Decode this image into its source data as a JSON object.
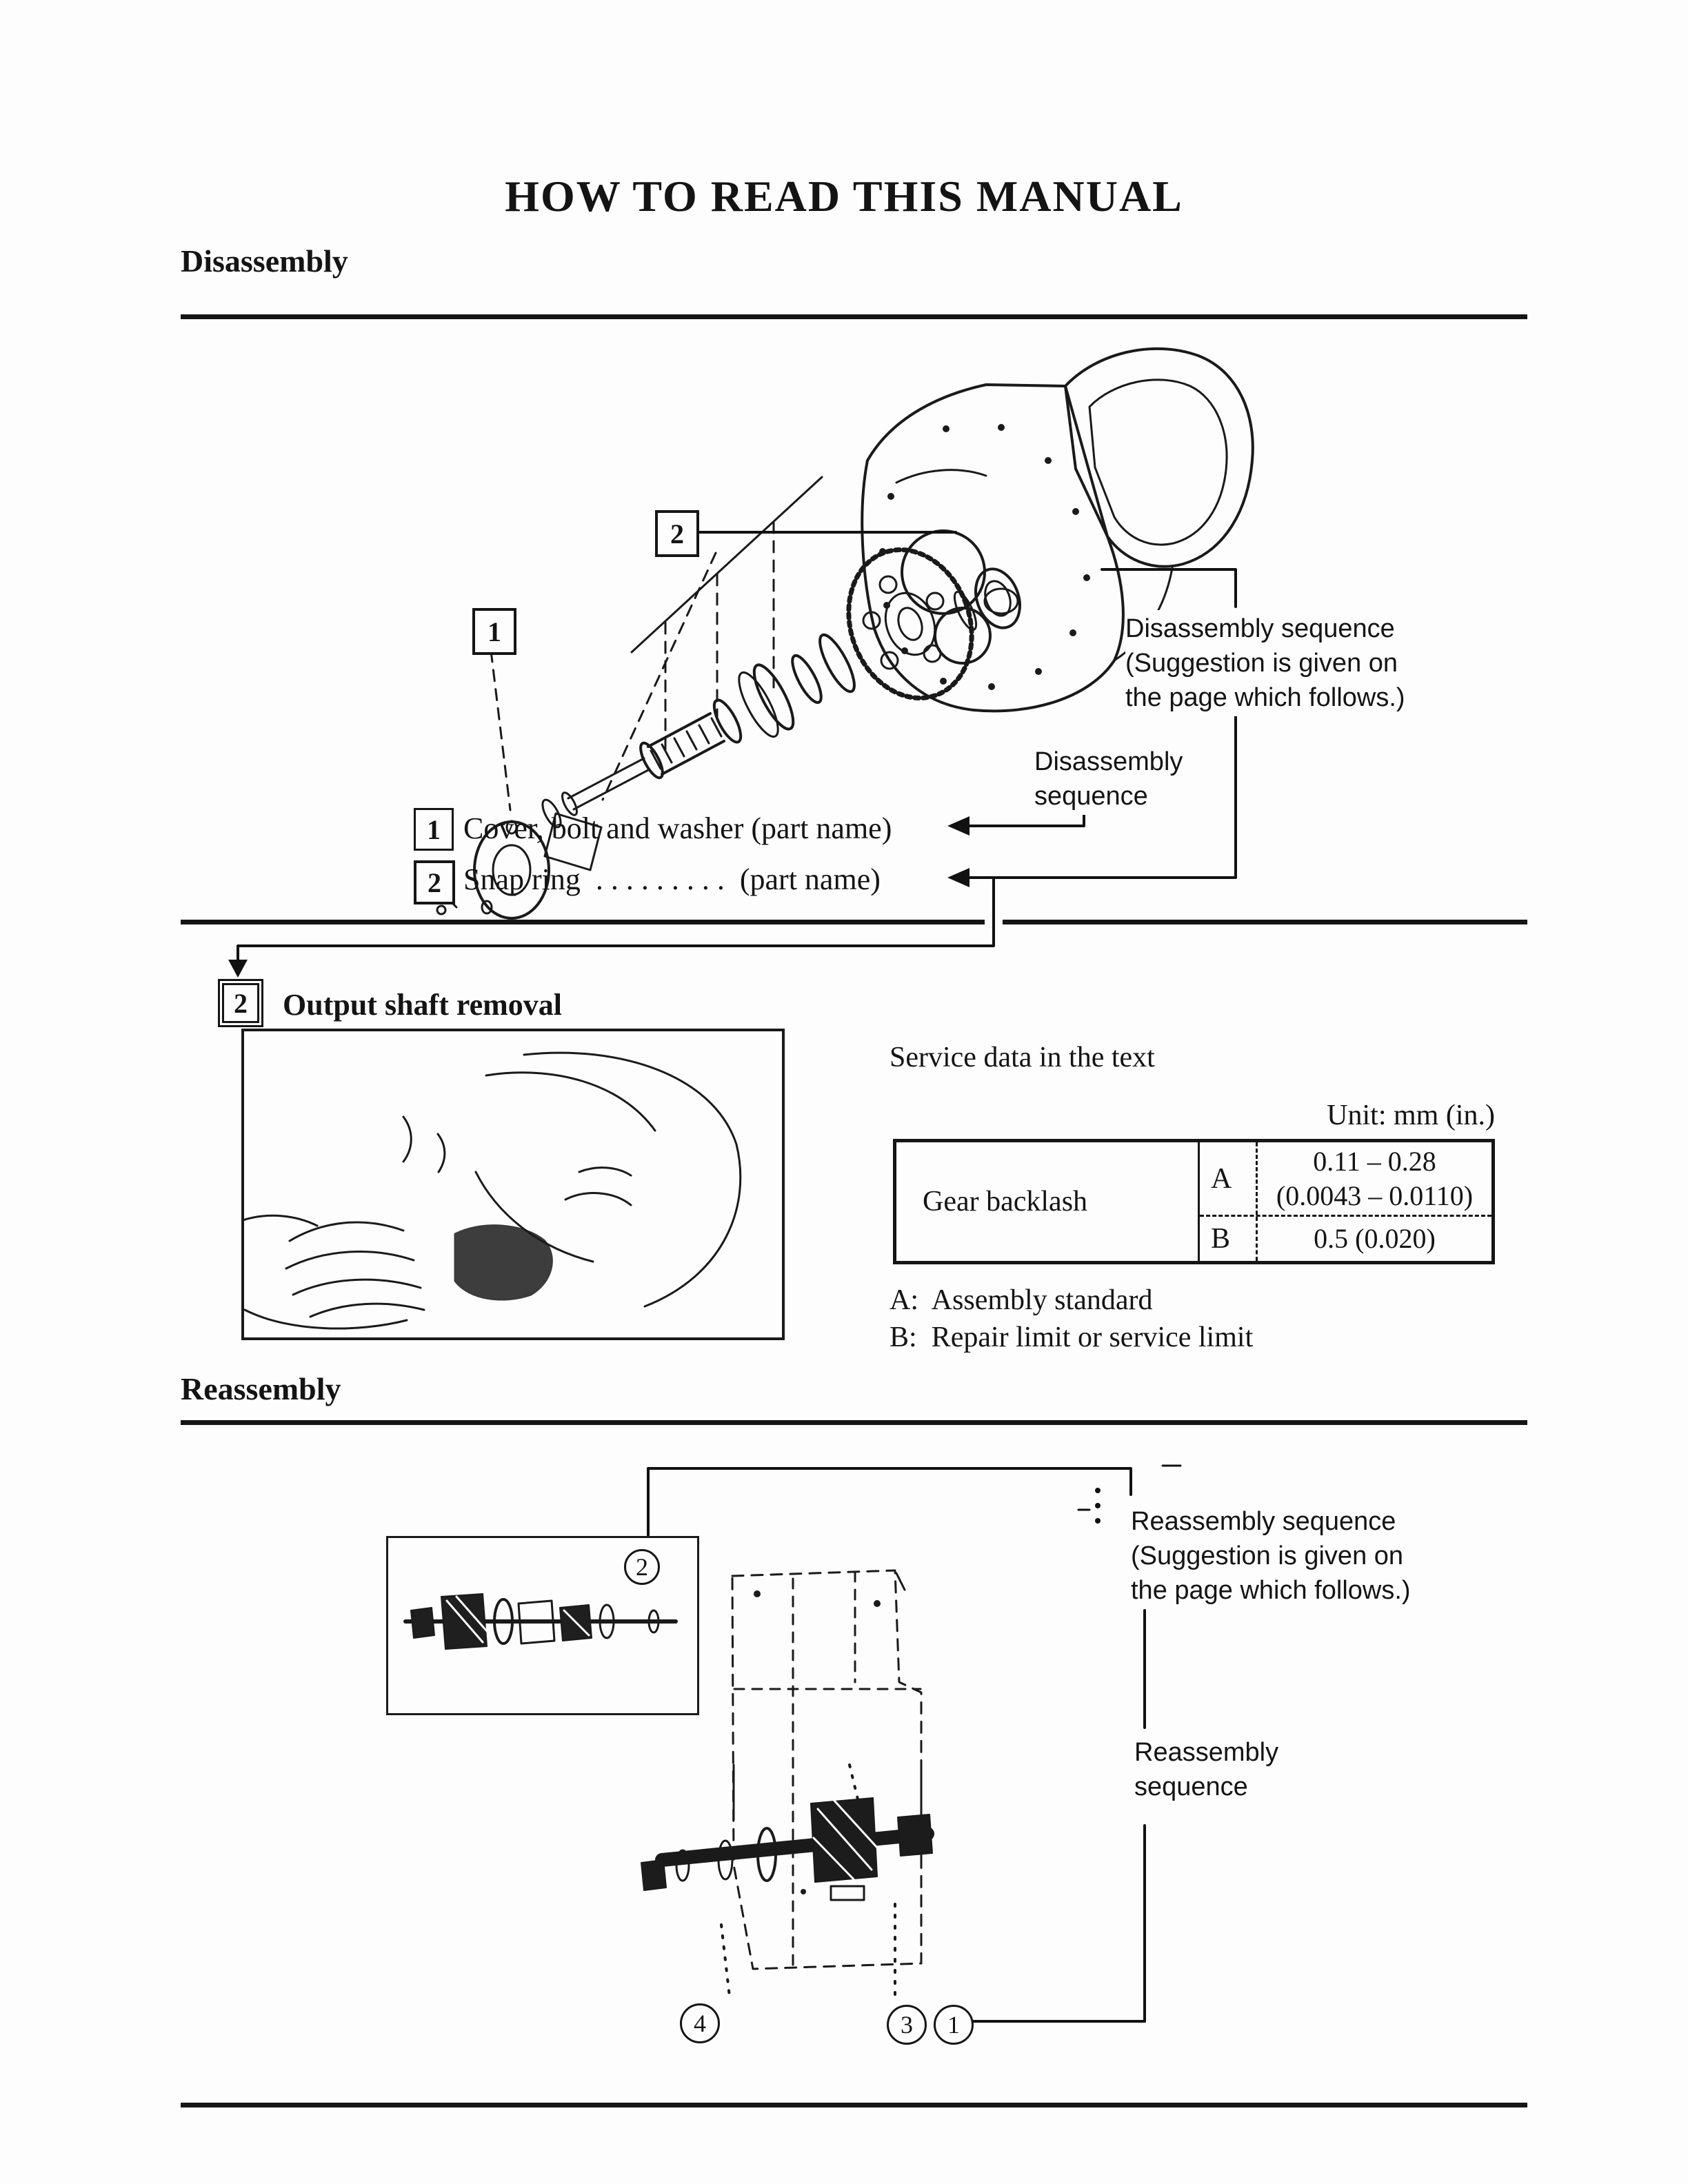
{
  "page": {
    "title": "HOW TO READ THIS MANUAL"
  },
  "disassembly": {
    "heading": "Disassembly",
    "fig_marker_1": "1",
    "fig_marker_2": "2",
    "sequence_note": "Disassembly sequence\n(Suggestion is given on\nthe page which follows.)",
    "sequence_label": "Disassembly\nsequence",
    "parts": [
      {
        "num": "1",
        "name": "Cover, bolt and washer (part name)"
      },
      {
        "num": "2",
        "name": "Snap ring  . . . . . . . . .  (part name)"
      }
    ]
  },
  "output_shaft": {
    "step_num": "2",
    "step_title": "Output shaft removal",
    "service_heading": "Service data in the text",
    "unit": "Unit: mm (in.)",
    "table": {
      "label": "Gear backlash",
      "rows": [
        {
          "key": "A",
          "value": "0.11 – 0.28\n(0.0043 – 0.0110)"
        },
        {
          "key": "B",
          "value": "0.5 (0.020)"
        }
      ]
    },
    "legend_a": "A:  Assembly standard",
    "legend_b": "B:  Repair limit or service limit"
  },
  "reassembly": {
    "heading": "Reassembly",
    "sequence_note": "Reassembly sequence\n(Suggestion is given on\nthe page which follows.)",
    "sequence_label": "Reassembly\nsequence",
    "inset_marker": "2",
    "markers": {
      "m4": "4",
      "m3": "3",
      "m1": "1"
    }
  }
}
